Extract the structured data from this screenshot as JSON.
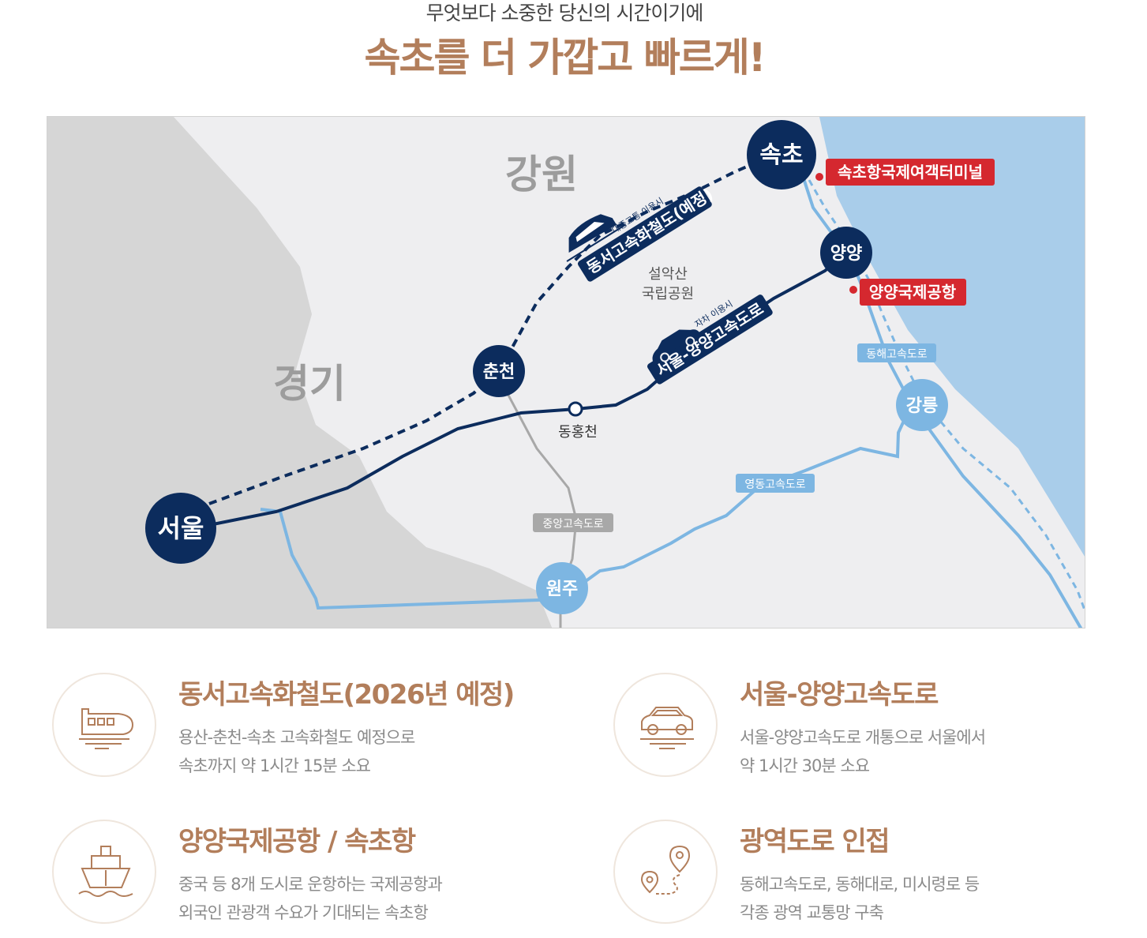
{
  "header": {
    "subtitle": "무엇보다 소중한 당신의 시간이기에",
    "headline": "속초를 더 가깝고 빠르게!"
  },
  "map": {
    "regions": {
      "gangwon": "강원",
      "gyeonggi": "경기"
    },
    "park": {
      "line1": "설악산",
      "line2": "국립공원"
    },
    "cities": {
      "sokcho": "속초",
      "yangyang": "양양",
      "chuncheon": "춘천",
      "seoul": "서울",
      "gangneung": "강릉",
      "wonju": "원주"
    },
    "stop": "동홍천",
    "rail": {
      "sub": "대중교통 이용시",
      "main": "동서고속화철도(예정)"
    },
    "expressway": {
      "sub": "자차 이용시",
      "main": "서울-양양고속도로"
    },
    "roads": {
      "donghae": "동해고속도로",
      "yeongdong": "영동고속도로",
      "jungang": "중앙고속도로"
    },
    "pois": {
      "terminal": "속초항국제여객터미널",
      "airport": "양양국제공항"
    },
    "colors": {
      "navy": "#0c2c5d",
      "light_blue": "#7db6e2",
      "poi_red": "#d5282f",
      "sea": "#a9cdea",
      "land_gray": "#d6d6d6",
      "land_light": "#eeeef0"
    }
  },
  "features": [
    {
      "icon": "train-icon",
      "title": "동서고속화철도(2026년 예정)",
      "line1": "용산-춘천-속초 고속화철도 예정으로",
      "line2": "속초까지 약 1시간 15분 소요"
    },
    {
      "icon": "car-icon",
      "title": "서울-양양고속도로",
      "line1": "서울-양양고속도로 개통으로 서울에서",
      "line2": "약 1시간 30분 소요"
    },
    {
      "icon": "ship-icon",
      "title": "양양국제공항 / 속초항",
      "line1": "중국 등 8개 도시로 운항하는 국제공항과",
      "line2": "외국인 관광객 수요가 기대되는 속초항"
    },
    {
      "icon": "route-pin-icon",
      "title": "광역도로 인접",
      "line1": "동해고속도로, 동해대로, 미시령로 등",
      "line2": "각종 광역 교통망 구축"
    }
  ]
}
